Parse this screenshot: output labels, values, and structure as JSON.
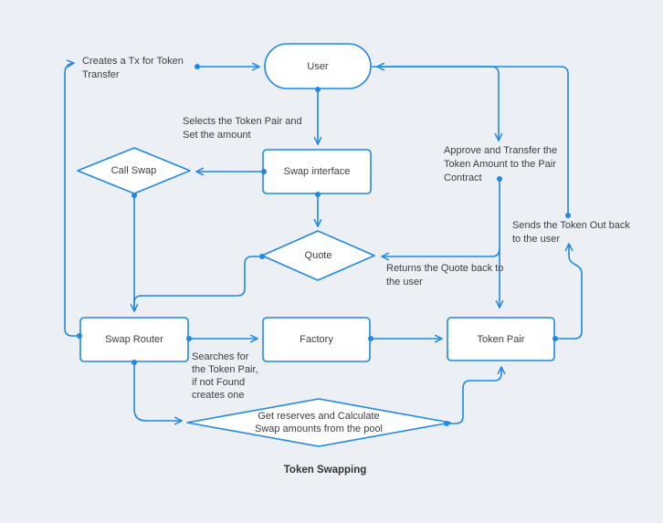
{
  "diagram": {
    "title": "Token Swapping",
    "colors": {
      "accent": "#1e88e5",
      "node_fill": "#ffffff",
      "background": "#eceff3",
      "text": "#3c4043"
    },
    "nodes": {
      "user": "User",
      "swap_interface": "Swap interface",
      "call_swap": "Call Swap",
      "quote": "Quote",
      "swap_router": "Swap Router",
      "factory": "Factory",
      "token_pair": "Token Pair",
      "get_reserves": "Get reserves and Calculate\nSwap amounts from the pool"
    },
    "edge_labels": {
      "creates_tx": "Creates a Tx for Token\nTransfer",
      "selects_pair": "Selects the Token Pair and\nSet the amount",
      "approve_transfer": "Approve and Transfer the\nToken Amount to the Pair\nContract",
      "sends_out": "Sends the Token Out back\nto the user",
      "returns_quote": "Returns the Quote back to\nthe user",
      "searches": "Searches for\nthe Token Pair,\nif not Found\ncreates one"
    }
  }
}
